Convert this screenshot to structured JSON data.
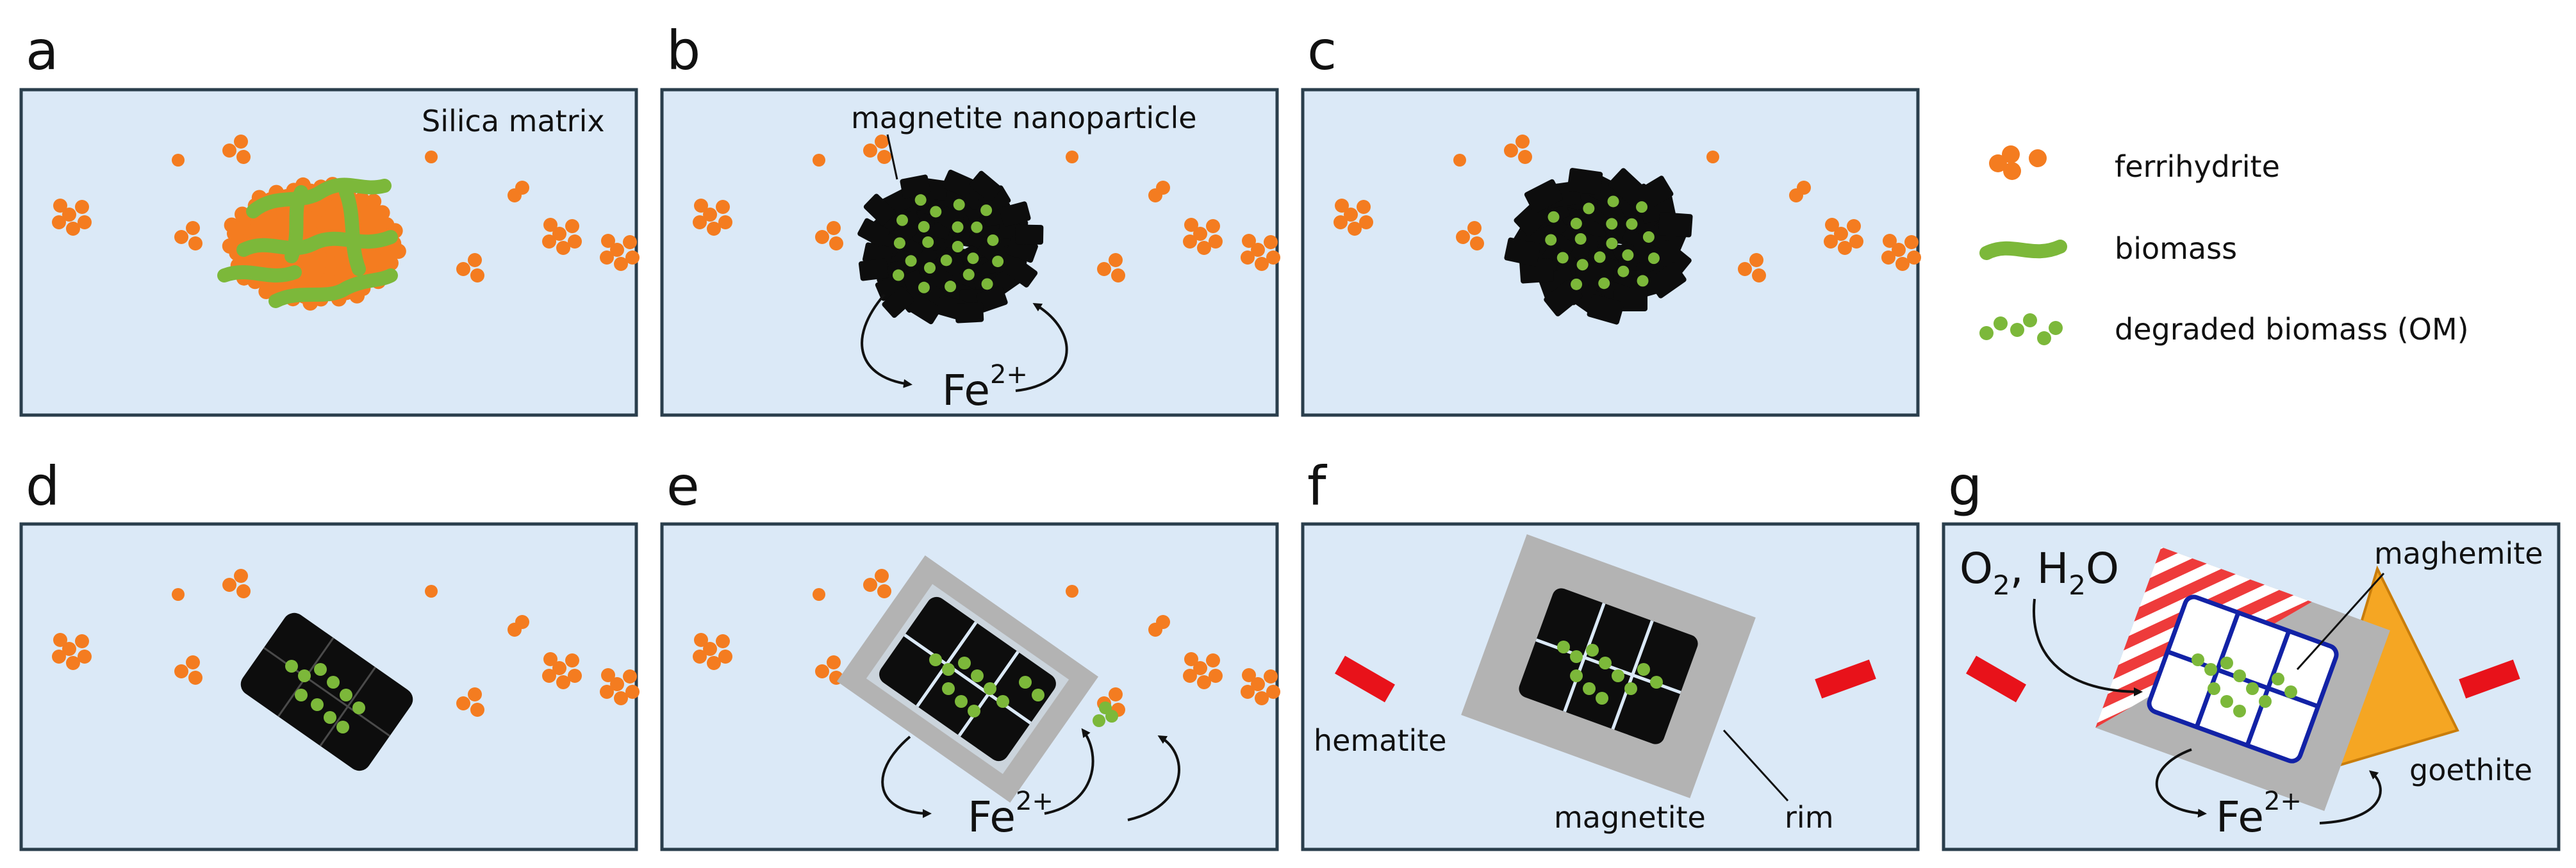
{
  "panels": [
    {
      "label": "a",
      "annotation": "Silica matrix"
    },
    {
      "label": "b",
      "annotation": "magnetite nanoparticle",
      "ion": {
        "base": "Fe",
        "sup": "2+"
      }
    },
    {
      "label": "c"
    },
    {
      "label": "d"
    },
    {
      "label": "e",
      "ion": {
        "base": "Fe",
        "sup": "2+"
      }
    },
    {
      "label": "f",
      "annotations": {
        "hematite": "hematite",
        "magnetite": "magnetite",
        "rim": "rim"
      }
    },
    {
      "label": "g",
      "oxidants": {
        "o": "O",
        "o_sub": "2",
        "sep": ", ",
        "h": "H",
        "h_sub": "2",
        "tail": "O"
      },
      "annotations": {
        "maghemite": "maghemite",
        "goethite": "goethite"
      },
      "ion": {
        "base": "Fe",
        "sup": "2+"
      }
    }
  ],
  "legend": [
    {
      "icon": "ferrihydrite-icon",
      "label": "ferrihydrite"
    },
    {
      "icon": "biomass-icon",
      "label": "biomass"
    },
    {
      "icon": "degraded-biomass-icon",
      "label": "degraded biomass (OM)"
    }
  ],
  "colors": {
    "panel_bg": "#dbe9f7",
    "panel_border": "#2a3e4c",
    "ferrihydrite": "#f47c20",
    "biomass": "#7cb83a",
    "biomass_dark": "#4f8a22",
    "magnetite": "#0d0d0d",
    "rim": "#b3b3b3",
    "hematite": "#e8121a",
    "maghemite_outline": "#1222a6",
    "goethite": "#f5a623"
  }
}
